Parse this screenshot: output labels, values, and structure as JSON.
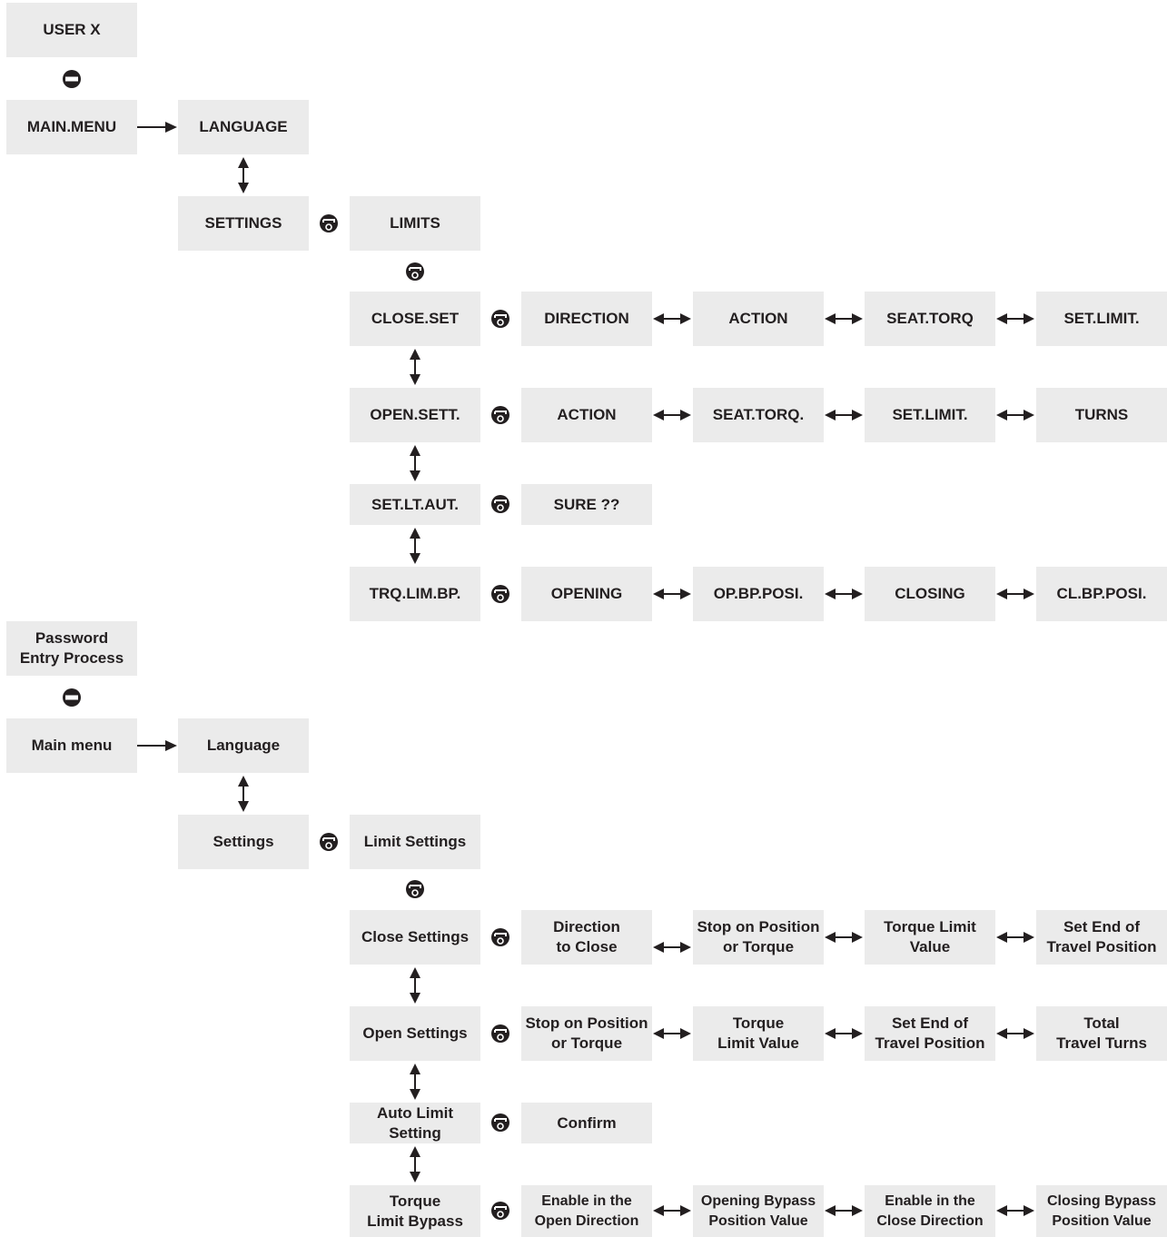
{
  "top": {
    "user": "USER X",
    "main_menu": "MAIN.MENU",
    "language": "LANGUAGE",
    "settings": "SETTINGS",
    "limits": "LIMITS",
    "rows": [
      {
        "head": "CLOSE.SET",
        "items": [
          "DIRECTION",
          "ACTION",
          "SEAT.TORQ",
          "SET.LIMIT."
        ]
      },
      {
        "head": "OPEN.SETT.",
        "items": [
          "ACTION",
          "SEAT.TORQ.",
          "SET.LIMIT.",
          "TURNS"
        ]
      },
      {
        "head": "SET.LT.AUT.",
        "items": [
          "SURE ??"
        ]
      },
      {
        "head": "TRQ.LIM.BP.",
        "items": [
          "OPENING",
          "OP.BP.POSI.",
          "CLOSING",
          "CL.BP.POSI."
        ]
      }
    ]
  },
  "bottom": {
    "user": "Password\nEntry Process",
    "main_menu": "Main menu",
    "language": "Language",
    "settings": "Settings",
    "limits": "Limit Settings",
    "rows": [
      {
        "head": "Close Settings",
        "items": [
          "Direction\nto Close",
          "Stop on Position\nor Torque",
          "Torque Limit\nValue",
          "Set End of\nTravel Position"
        ]
      },
      {
        "head": "Open Settings",
        "items": [
          "Stop on Position\nor Torque",
          "Torque\nLimit Value",
          "Set End of\nTravel Position",
          "Total\nTravel Turns"
        ]
      },
      {
        "head": "Auto Limit\nSetting",
        "items": [
          "Confirm"
        ]
      },
      {
        "head": "Torque\nLimit Bypass",
        "items": [
          "Enable in the\nOpen Direction",
          "Opening Bypass\nPosition Value",
          "Enable in the\nClose Direction",
          "Closing Bypass\nPosition Value"
        ]
      }
    ]
  }
}
